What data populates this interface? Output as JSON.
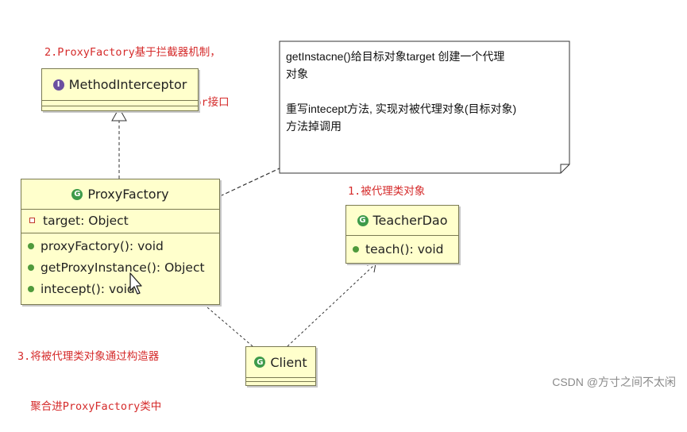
{
  "annotations": {
    "note2_line1": "2.ProxyFactory基于拦截器机制，",
    "note2_line2": "所以要实现MethodInterceptor接口",
    "note1": "1.被代理类对象",
    "note3_line1": "3.将被代理类对象通过构造器",
    "note3_line2": "  聚合进ProxyFactory类中"
  },
  "comment_box": {
    "line1": "getInstacne()给目标对象target 创建一个代理",
    "line2": "对象",
    "line3": "重写intecept方法, 实现对被代理对象(目标对象)",
    "line4": "方法掉调用"
  },
  "interface_box": {
    "name": "MethodInterceptor",
    "badge": "I"
  },
  "proxy_factory": {
    "name": "ProxyFactory",
    "badge": "G",
    "fields": [
      "target: Object"
    ],
    "methods": [
      "proxyFactory(): void",
      "getProxyInstance(): Object",
      "intecept(): void"
    ]
  },
  "teacher_dao": {
    "name": "TeacherDao",
    "badge": "G",
    "methods": [
      "teach(): void"
    ]
  },
  "client": {
    "name": "Client",
    "badge": "G"
  },
  "watermark": "CSDN @方寸之间不太闲",
  "colors": {
    "class_fill": "#ffffcc",
    "annotation_red": "#d52b2b",
    "method_dot": "#4f9a3c"
  }
}
